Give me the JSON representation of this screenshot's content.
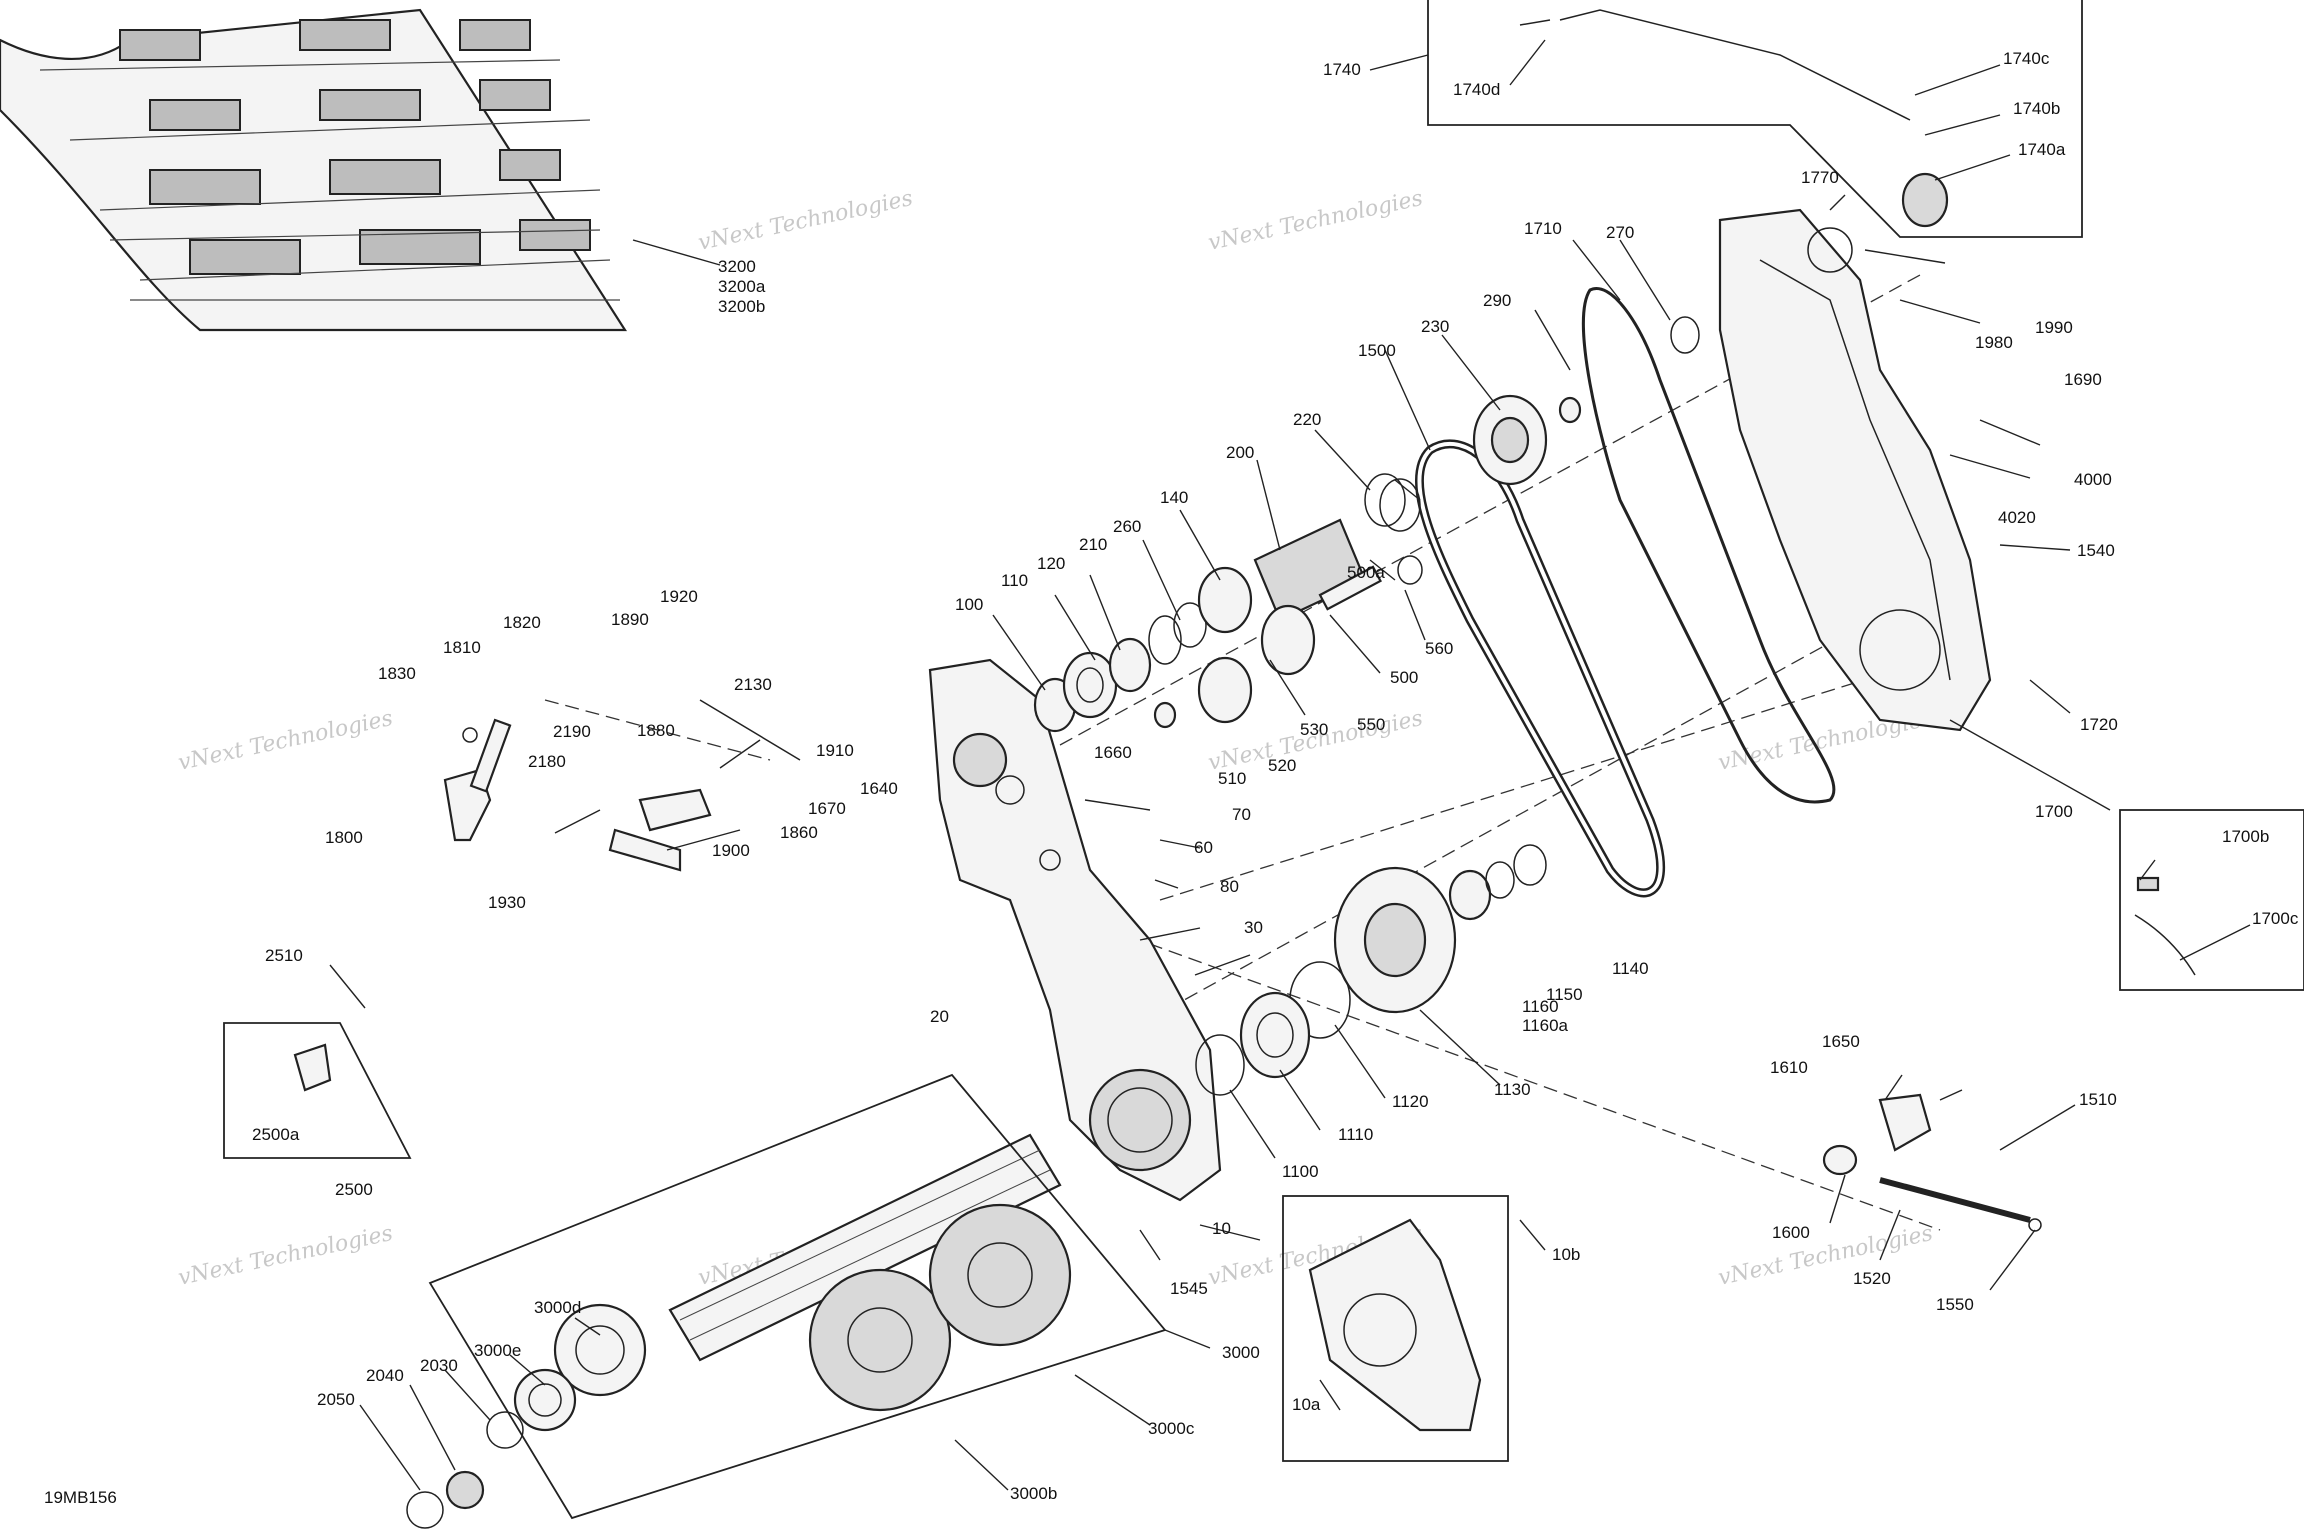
{
  "diagram_id": "19MB156",
  "watermark_text": "vNext Technologies",
  "labels": [
    {
      "id": "3200",
      "text": "3200"
    },
    {
      "id": "3200a",
      "text": "3200a"
    },
    {
      "id": "3200b",
      "text": "3200b"
    },
    {
      "id": "1740",
      "text": "1740"
    },
    {
      "id": "1740d",
      "text": "1740d"
    },
    {
      "id": "1740c",
      "text": "1740c"
    },
    {
      "id": "1740b",
      "text": "1740b"
    },
    {
      "id": "1740a",
      "text": "1740a"
    },
    {
      "id": "1770",
      "text": "1770"
    },
    {
      "id": "1710",
      "text": "1710"
    },
    {
      "id": "270",
      "text": "270"
    },
    {
      "id": "290",
      "text": "290"
    },
    {
      "id": "230",
      "text": "230"
    },
    {
      "id": "1500",
      "text": "1500"
    },
    {
      "id": "220",
      "text": "220"
    },
    {
      "id": "200",
      "text": "200"
    },
    {
      "id": "140",
      "text": "140"
    },
    {
      "id": "260",
      "text": "260"
    },
    {
      "id": "210",
      "text": "210"
    },
    {
      "id": "120",
      "text": "120"
    },
    {
      "id": "110",
      "text": "110"
    },
    {
      "id": "100",
      "text": "100"
    },
    {
      "id": "500a",
      "text": "500a"
    },
    {
      "id": "560",
      "text": "560"
    },
    {
      "id": "500",
      "text": "500"
    },
    {
      "id": "550",
      "text": "550"
    },
    {
      "id": "530",
      "text": "530"
    },
    {
      "id": "510",
      "text": "510"
    },
    {
      "id": "520",
      "text": "520"
    },
    {
      "id": "1990",
      "text": "1990"
    },
    {
      "id": "1980",
      "text": "1980"
    },
    {
      "id": "1690",
      "text": "1690"
    },
    {
      "id": "4000",
      "text": "4000"
    },
    {
      "id": "4020",
      "text": "4020"
    },
    {
      "id": "1540",
      "text": "1540"
    },
    {
      "id": "1720",
      "text": "1720"
    },
    {
      "id": "1700",
      "text": "1700"
    },
    {
      "id": "1700b",
      "text": "1700b"
    },
    {
      "id": "1700c",
      "text": "1700c"
    },
    {
      "id": "1920",
      "text": "1920"
    },
    {
      "id": "1820",
      "text": "1820"
    },
    {
      "id": "1890",
      "text": "1890"
    },
    {
      "id": "1810",
      "text": "1810"
    },
    {
      "id": "1830",
      "text": "1830"
    },
    {
      "id": "2130",
      "text": "2130"
    },
    {
      "id": "1880",
      "text": "1880"
    },
    {
      "id": "2190",
      "text": "2190"
    },
    {
      "id": "1910",
      "text": "1910"
    },
    {
      "id": "2180",
      "text": "2180"
    },
    {
      "id": "1800",
      "text": "1800"
    },
    {
      "id": "1860",
      "text": "1860"
    },
    {
      "id": "1900",
      "text": "1900"
    },
    {
      "id": "1930",
      "text": "1930"
    },
    {
      "id": "1660",
      "text": "1660"
    },
    {
      "id": "1640",
      "text": "1640"
    },
    {
      "id": "1670",
      "text": "1670"
    },
    {
      "id": "70",
      "text": "70"
    },
    {
      "id": "60",
      "text": "60"
    },
    {
      "id": "80",
      "text": "80"
    },
    {
      "id": "30",
      "text": "30"
    },
    {
      "id": "1160",
      "text": "1160"
    },
    {
      "id": "1160a",
      "text": "1160a"
    },
    {
      "id": "1150",
      "text": "1150"
    },
    {
      "id": "1140",
      "text": "1140"
    },
    {
      "id": "1120",
      "text": "1120"
    },
    {
      "id": "1130",
      "text": "1130"
    },
    {
      "id": "1110",
      "text": "1110"
    },
    {
      "id": "1100",
      "text": "1100"
    },
    {
      "id": "2510",
      "text": "2510"
    },
    {
      "id": "2500a",
      "text": "2500a"
    },
    {
      "id": "2500",
      "text": "2500"
    },
    {
      "id": "20",
      "text": "20"
    },
    {
      "id": "10",
      "text": "10"
    },
    {
      "id": "1545",
      "text": "1545"
    },
    {
      "id": "10b",
      "text": "10b"
    },
    {
      "id": "10a",
      "text": "10a"
    },
    {
      "id": "1650",
      "text": "1650"
    },
    {
      "id": "1610",
      "text": "1610"
    },
    {
      "id": "1510",
      "text": "1510"
    },
    {
      "id": "1600",
      "text": "1600"
    },
    {
      "id": "1520",
      "text": "1520"
    },
    {
      "id": "1550",
      "text": "1550"
    },
    {
      "id": "3000",
      "text": "3000"
    },
    {
      "id": "3000d",
      "text": "3000d"
    },
    {
      "id": "3000e",
      "text": "3000e"
    },
    {
      "id": "3000c",
      "text": "3000c"
    },
    {
      "id": "3000b",
      "text": "3000b"
    },
    {
      "id": "2040",
      "text": "2040"
    },
    {
      "id": "2030",
      "text": "2030"
    },
    {
      "id": "2050",
      "text": "2050"
    }
  ]
}
